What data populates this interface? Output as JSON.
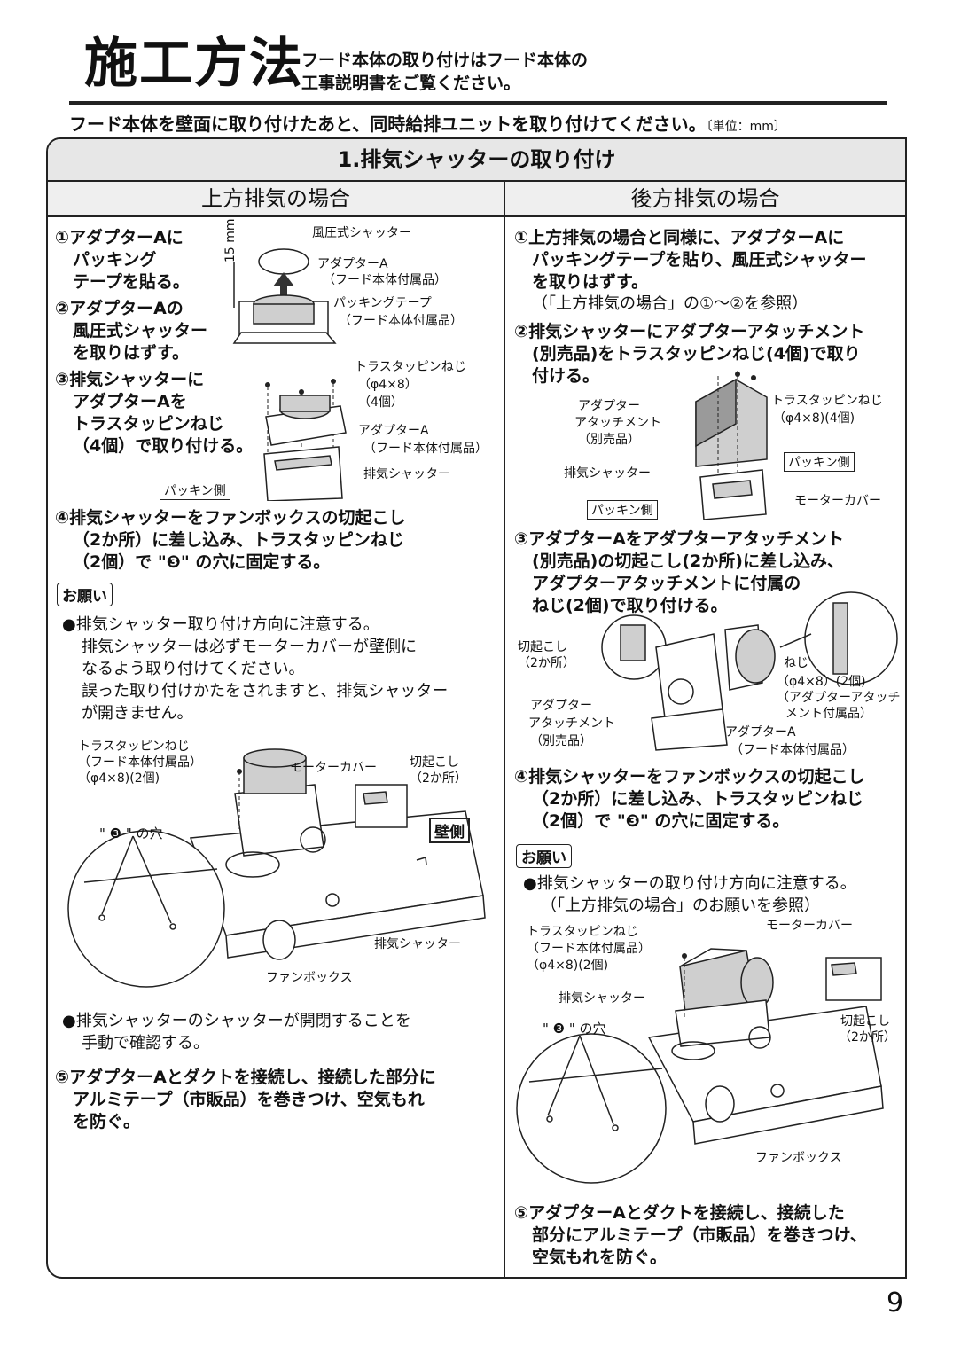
{
  "page": {
    "title": "施工方法",
    "subtitle_line1": "フード本体の取り付けはフード本体の",
    "subtitle_line2": "工事説明書をご覧ください。",
    "intro": "フード本体を壁面に取り付けたあと、同時給排ユニットを取り付けてください。",
    "unit": "〔単位：mm〕",
    "page_number": "9"
  },
  "section": {
    "title": "1.排気シャッターの取り付け"
  },
  "left": {
    "heading": "上方排気の場合",
    "step1": [
      "①アダプターAに",
      "パッキング",
      "テープを貼る。"
    ],
    "step2": [
      "②アダプターAの",
      "風圧式シャッター",
      "を取りはずす。"
    ],
    "step3": [
      "③排気シャッターに",
      "アダプターAを",
      "トラスタッピンねじ",
      "（4個）で取り付ける。"
    ],
    "step4": [
      "④排気シャッターをファンボックスの切起こし",
      "（2か所）に差し込み、トラスタッピンねじ",
      "（2個）で \"❸\" の穴に固定する。"
    ],
    "onegai": "お願い",
    "notes": [
      "●排気シャッター取り付け方向に注意する。",
      "排気シャッターは必ずモーターカバーが壁側に",
      "なるよう取り付けてください。",
      "誤った取り付けかたをされますと、排気シャッター",
      "が開きません。"
    ],
    "note2": [
      "●排気シャッターのシャッターが開閉することを",
      "手動で確認する。"
    ],
    "step5": [
      "⑤アダプターAとダクトを接続し、接続した部分に",
      "アルミテープ（市販品）を巻きつけ、空気もれ",
      "を防ぐ。"
    ],
    "fig1": {
      "shutter": "風圧式シャッター",
      "adapterA": "アダプターA",
      "accessory": "（フード本体付属品）",
      "packing": "パッキングテープ",
      "dim": "15 mm"
    },
    "fig2": {
      "screw": "トラスタッピンねじ",
      "screw_spec": "（φ4×8）",
      "screw_qty": "（4個）",
      "adapterA": "アダプターA",
      "accessory": "（フード本体付属品）",
      "exhaust_shutter": "排気シャッター",
      "packing_side": "パッキン側"
    },
    "fig3": {
      "screw": "トラスタッピンねじ",
      "accessory": "（フード本体付属品）",
      "spec": "（φ4×8)(2個)",
      "motor_cover": "モーターカバー",
      "kiriokoshi": "切起こし",
      "two_places": "（2か所）",
      "wall_side": "壁側",
      "hole": "\" ❸ \" の穴",
      "exhaust_shutter": "排気シャッター",
      "fanbox": "ファンボックス"
    }
  },
  "right": {
    "heading": "後方排気の場合",
    "step1": [
      "①上方排気の場合と同様に、アダプターAに",
      "パッキングテープを貼り、風圧式シャッター",
      "を取りはずす。"
    ],
    "step1_note": "（「上方排気の場合」の①～②を参照）",
    "step2": [
      "②排気シャッターにアダプターアタッチメント",
      "(別売品)をトラスタッピンねじ(4個)で取り",
      "付ける。"
    ],
    "step3": [
      "③アダプターAをアダプターアタッチメント",
      "(別売品)の切起こし(2か所)に差し込み、",
      "アダプターアタッチメントに付属の",
      "ねじ(2個)で取り付ける。"
    ],
    "step4": [
      "④排気シャッターをファンボックスの切起こし",
      "（2か所）に差し込み、トラスタッピンねじ",
      "（2個）で \"❸\" の穴に固定する。"
    ],
    "onegai": "お願い",
    "notes": [
      "●排気シャッターの取り付け方向に注意する。",
      "（「上方排気の場合」のお願いを参照）"
    ],
    "step5": [
      "⑤アダプターAとダクトを接続し、接続した",
      "部分にアルミテープ（市販品）を巻きつけ、",
      "空気もれを防ぐ。"
    ],
    "fig1": {
      "attach_1": "アダプター",
      "attach_2": "アタッチメント",
      "attach_3": "（別売品）",
      "screw": "トラスタッピンねじ",
      "screw_spec": "（φ4×8)(4個)",
      "packing_side": "パッキン側",
      "exhaust_shutter": "排気シャッター",
      "packing_side2": "パッキン側",
      "motor_cover": "モーターカバー"
    },
    "fig2": {
      "kiriokoshi": "切起こし",
      "two_places": "（2か所）",
      "screw": "ねじ",
      "spec": "（φ4×8）(2個)",
      "attach_acc_1": "（アダプターアタッチ",
      "attach_acc_2": "メント付属品）",
      "attach_1": "アダプター",
      "attach_2": "アタッチメント",
      "attach_3": "（別売品）",
      "adapterA": "アダプターA",
      "accessory": "（フード本体付属品）"
    },
    "fig3": {
      "screw": "トラスタッピンねじ",
      "accessory": "（フード本体付属品）",
      "spec": "（φ4×8)(2個)",
      "motor_cover": "モーターカバー",
      "exhaust_shutter": "排気シャッター",
      "hole": "\" ❸ \" の穴",
      "kiriokoshi": "切起こし",
      "two_places": "（2か所）",
      "fanbox": "ファンボックス"
    }
  }
}
